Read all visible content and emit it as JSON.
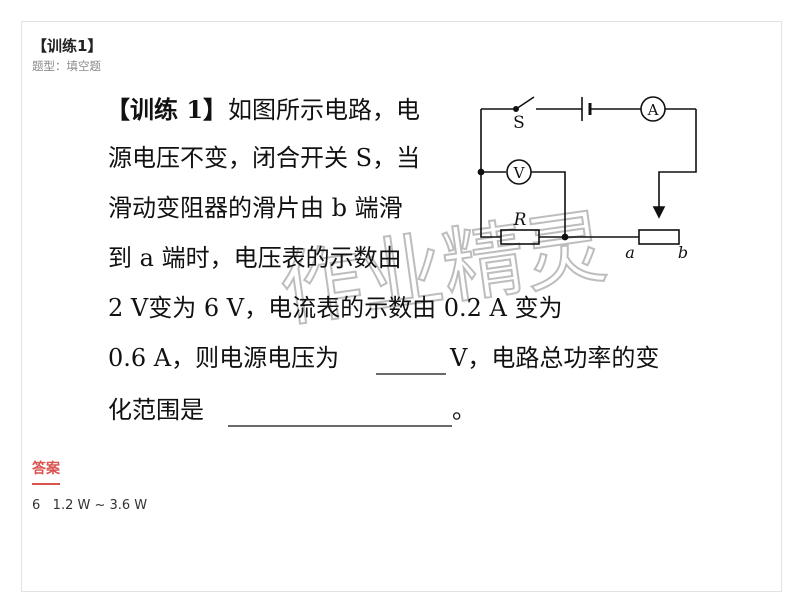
{
  "header": {
    "title": "【训练1】",
    "type_label": "题型：填空题"
  },
  "question": {
    "tag": "【训练 1】",
    "lines": [
      "如图所示电路，电",
      "源电压不变，闭合开关 S，当",
      "滑动变阻器的滑片由 b 端滑",
      "到 a  端时，电压表的示数由",
      "2 V变为 6 V，电流表的示数由 0.2 A 变为",
      "0.6 A，则电源电压为",
      "V，电路总功率的变",
      "化范围是",
      "。"
    ]
  },
  "circuit": {
    "switch_label": "S",
    "ammeter_label": "A",
    "voltmeter_label": "V",
    "resistor_label": "R",
    "end_a_label": "a",
    "end_b_label": "b"
  },
  "watermark": {
    "text": "作业精灵"
  },
  "answer": {
    "label": "答案",
    "text": "6   1.2 W ~ 3.6 W"
  }
}
